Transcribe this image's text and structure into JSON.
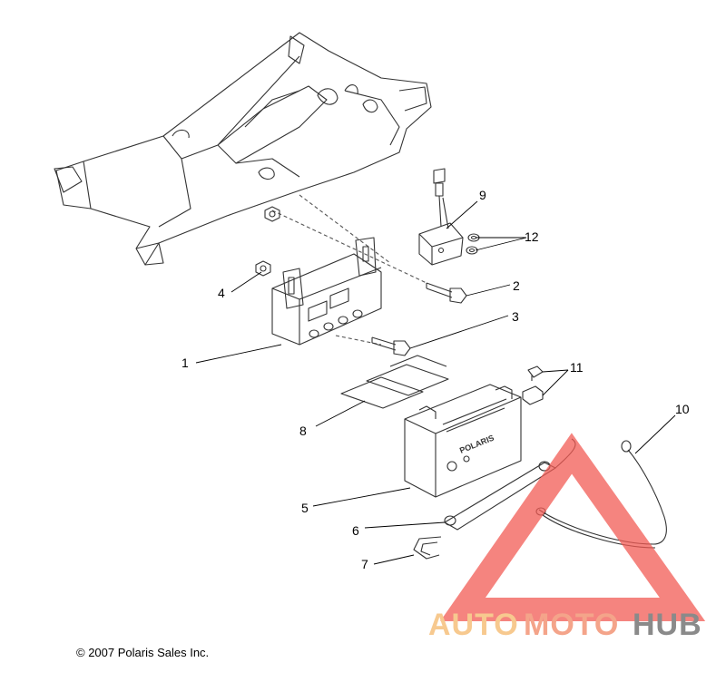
{
  "copyright": "© 2007 Polaris Sales Inc.",
  "battery_label": "POLARIS",
  "callouts": [
    "1",
    "2",
    "3",
    "4",
    "5",
    "6",
    "7",
    "8",
    "9",
    "10",
    "11",
    "12"
  ],
  "watermark": {
    "part1": "AUTO",
    "part2": "MOTO",
    "part3": "HUB",
    "color_primary": "#f4a48a",
    "color_accent": "#f7c98f",
    "color_dark": "#8a8a8a",
    "triangle_color": "#f25b54"
  }
}
